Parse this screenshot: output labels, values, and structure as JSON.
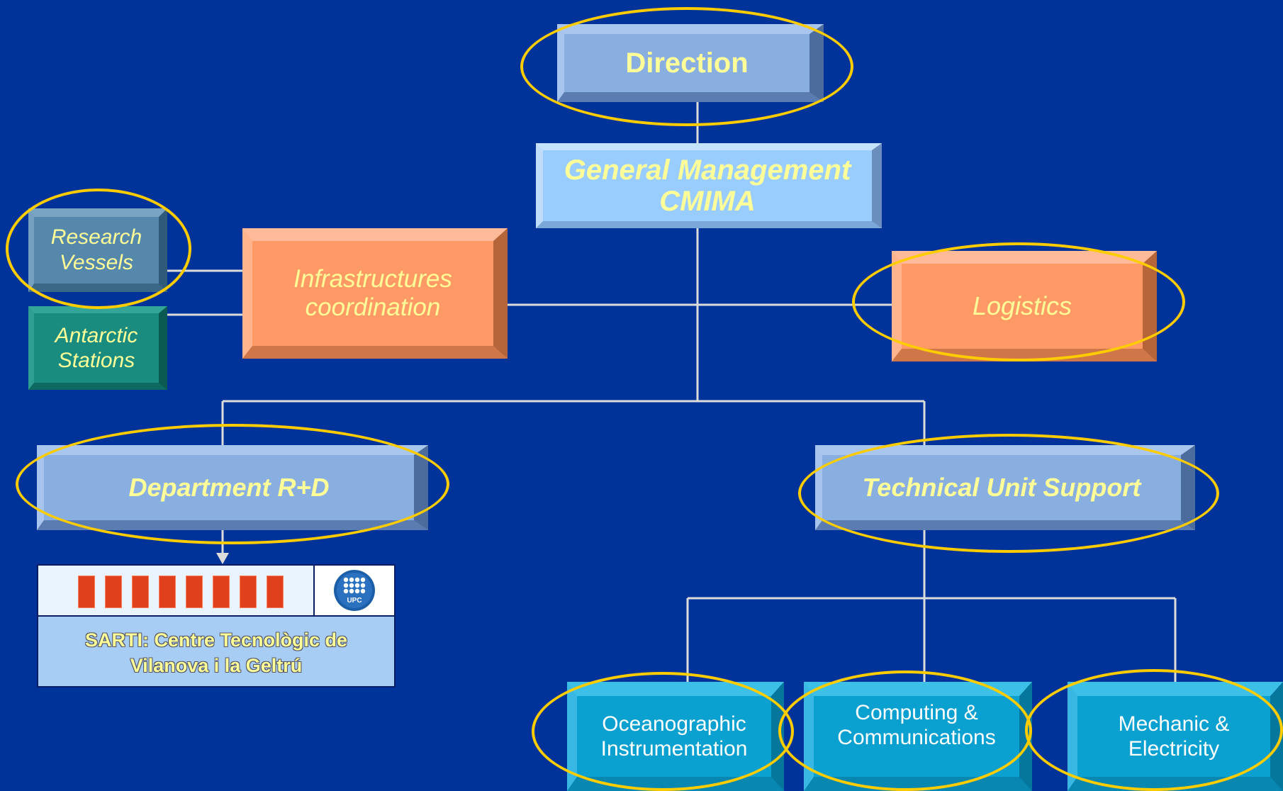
{
  "nodes": {
    "direction": "Direction",
    "general_management": [
      "General Management",
      "CMIMA"
    ],
    "infrastructures": [
      "Infrastructures",
      "coordination"
    ],
    "research_vessels": [
      "Research",
      "Vessels"
    ],
    "antarctic_stations": [
      "Antarctic",
      "Stations"
    ],
    "logistics": "Logistics",
    "department_rd": "Department R+D",
    "technical_unit": "Technical Unit Support",
    "oceanographic": [
      "Oceanographic",
      "Instrumentation"
    ],
    "computing": [
      "Computing &",
      "Communications"
    ],
    "mechanic": [
      "Mechanic &",
      "Electricity"
    ]
  },
  "sarti": {
    "lines": [
      "SARTI: Centre Tecnològic de",
      "Vilanova i la Geltrú"
    ],
    "logo_text": "UPC"
  },
  "colors": {
    "background": "#003399",
    "highlight": "#ffcc00",
    "connector": "#dddddd"
  }
}
